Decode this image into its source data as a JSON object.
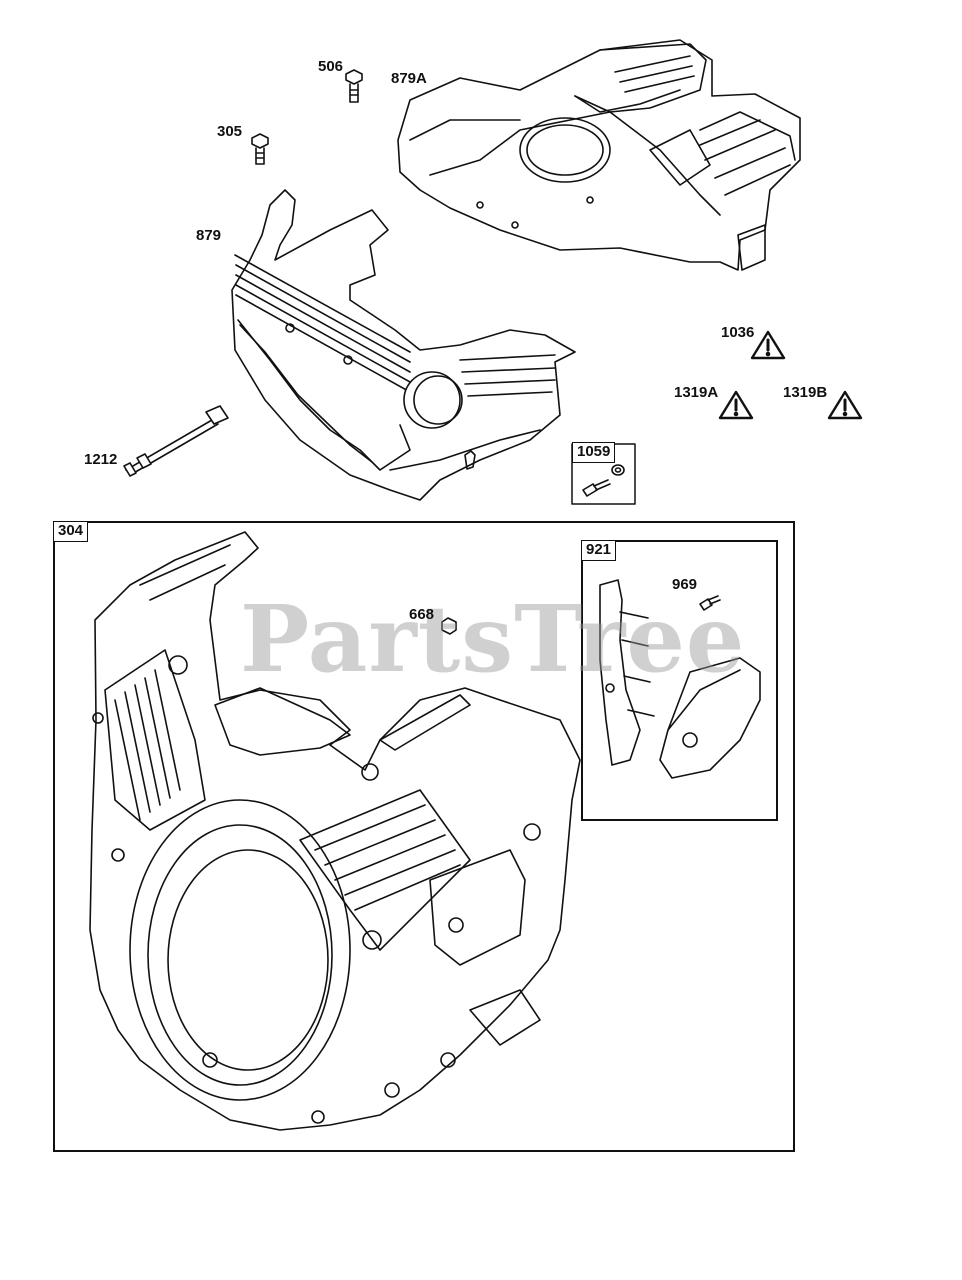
{
  "watermark": "PartsTree",
  "callouts": {
    "p506": "506",
    "p879A": "879A",
    "p305": "305",
    "p879": "879",
    "p1036": "1036",
    "p1319A": "1319A",
    "p1319B": "1319B",
    "p1212": "1212",
    "p1059": "1059",
    "p304": "304",
    "p921": "921",
    "p969": "969",
    "p668": "668"
  },
  "icons": [
    "warning-triangle-icon",
    "bolt-icon",
    "screw-icon",
    "washer-icon",
    "pin-icon"
  ]
}
